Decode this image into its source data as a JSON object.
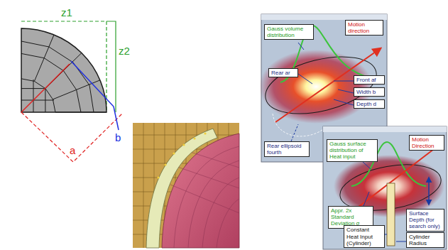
{
  "diagram": {
    "nodes": [
      {
        "text": [
          "Gauss volume distribution"
        ]
      },
      {
        "text": [
          "Motion direction"
        ]
      },
      {
        "text": [
          "Rear ar"
        ]
      },
      {
        "text": [
          "Front af"
        ]
      },
      {
        "text": [
          "Width b"
        ]
      },
      {
        "text": [
          "Depth d"
        ]
      },
      {
        "text": [
          "Rear ellipsoid fourth"
        ]
      },
      {
        "text": [
          "Gauss surface distribution of Heat input"
        ]
      },
      {
        "text": [
          "Motion Direction"
        ]
      },
      {
        "text": [
          "Appr. 2x Standard Deviation σ"
        ]
      },
      {
        "text": [
          "Surface Depth (for search only)"
        ]
      },
      {
        "text": [
          "Constant Heat Input (Cylinder)"
        ]
      },
      {
        "text": [
          "Cylinder Radius"
        ]
      }
    ],
    "labels": [
      "z1",
      "z2",
      "a",
      "b"
    ]
  }
}
